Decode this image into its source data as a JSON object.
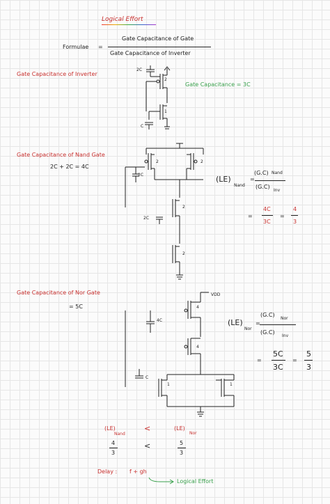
{
  "title": "Logical Effort",
  "formula": {
    "label": "Formulae",
    "eq": "=",
    "numerator": "Gate Capacitance of Gate",
    "denominator": "Gate Capacitance of Inverter"
  },
  "inverter": {
    "heading": "Gate Capacitance of Inverter",
    "top_cap": "2C",
    "bottom_cap": "C",
    "pmos_size": "2",
    "nmos_size": "1",
    "result": "Gate Capacitance = 3C"
  },
  "nand": {
    "heading": "Gate Capacitance of Nand Gate",
    "sum": "2C + 2C = 4C",
    "p1_size": "2",
    "p2_size": "2",
    "cap1": "2C",
    "n1_size": "2",
    "cap2": "2C",
    "n2_size": "2",
    "le_label": "(LE)",
    "le_sub": "Nand",
    "eq": "=",
    "num": "(G.C)",
    "num_sub": "Nand",
    "den": "(G.C)",
    "den_sub": "Inv",
    "r1_num": "4C",
    "r1_den": "3C",
    "r2_num": "4",
    "r2_den": "3"
  },
  "nor": {
    "heading": "Gate Capacitance of Nor Gate",
    "value": "= 5C",
    "vdd": "VDD",
    "p1_size": "4",
    "cap1": "4C",
    "p2_size": "4",
    "cap2": "C",
    "n1_size": "1",
    "n2_size": "1",
    "le_label": "(LE)",
    "le_sub": "Nor",
    "eq": "=",
    "num": "(G.C)",
    "num_sub": "Nor",
    "den": "(G.C)",
    "den_sub": "Inv",
    "r1_num": "5C",
    "r1_den": "3C",
    "r2_num": "5",
    "r2_den": "3"
  },
  "comparison": {
    "left": "(LE)",
    "left_sub": "Nand",
    "op": "<",
    "right": "(LE)",
    "right_sub": "Nor",
    "l_num": "4",
    "l_den": "3",
    "op2": "<",
    "r_num": "5",
    "r_den": "3"
  },
  "delay": {
    "label": "Delay :",
    "expr": "f + gh",
    "note": "Logical Effort"
  }
}
